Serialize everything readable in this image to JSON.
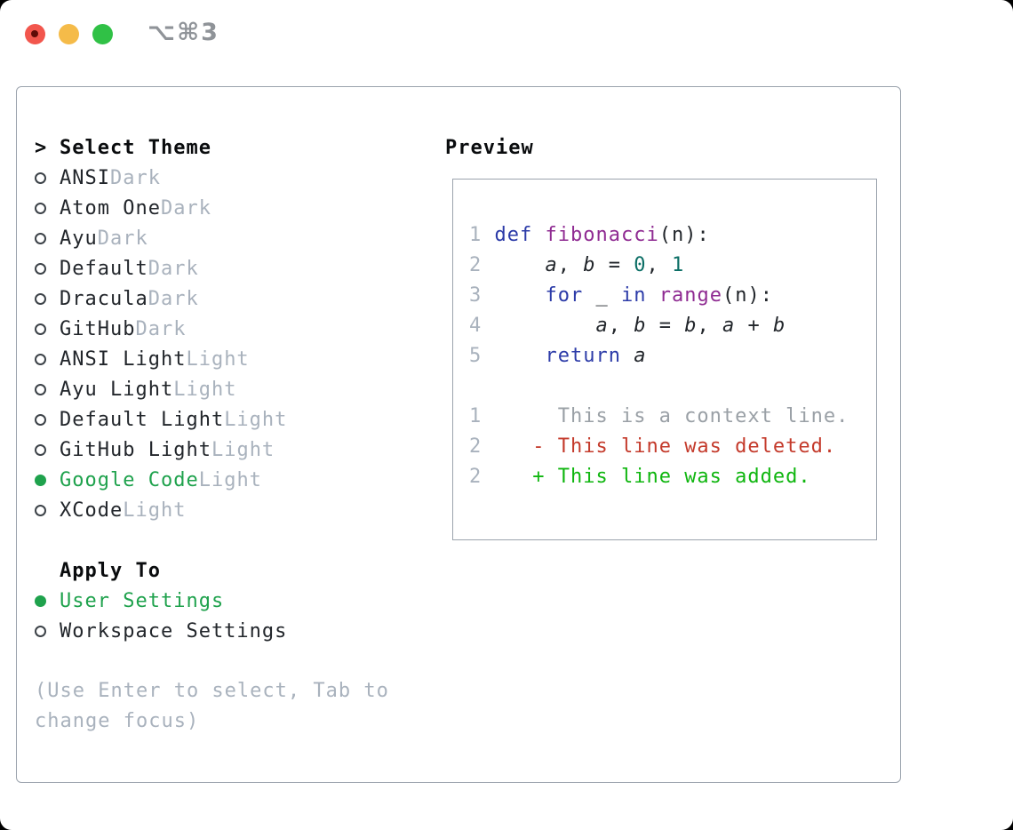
{
  "window": {
    "title": "⌥⌘3"
  },
  "colors": {
    "selected_green": "#1fa24d",
    "diff_added_green": "#0fb60f",
    "diff_deleted_red": "#c43a2b",
    "keyword_blue": "#2c3ba8",
    "function_purple": "#8f2b92",
    "literal_teal": "#0b6e65",
    "muted_gray": "#a9b2bd",
    "border_gray": "#9ba3ad"
  },
  "theme_panel": {
    "header": {
      "cursor": ">",
      "title": "Select Theme"
    },
    "themes": [
      {
        "name": "ANSI",
        "variant": "Dark",
        "selected": false
      },
      {
        "name": "Atom One",
        "variant": "Dark",
        "selected": false
      },
      {
        "name": "Ayu",
        "variant": "Dark",
        "selected": false
      },
      {
        "name": "Default",
        "variant": "Dark",
        "selected": false
      },
      {
        "name": "Dracula",
        "variant": "Dark",
        "selected": false
      },
      {
        "name": "GitHub",
        "variant": "Dark",
        "selected": false
      },
      {
        "name": "ANSI Light",
        "variant": "Light",
        "selected": false
      },
      {
        "name": "Ayu Light",
        "variant": "Light",
        "selected": false
      },
      {
        "name": "Default Light",
        "variant": "Light",
        "selected": false
      },
      {
        "name": "GitHub Light",
        "variant": "Light",
        "selected": false
      },
      {
        "name": "Google Code",
        "variant": "Light",
        "selected": true
      },
      {
        "name": "XCode",
        "variant": "Light",
        "selected": false
      }
    ],
    "apply_to": {
      "title": "Apply To",
      "options": [
        {
          "name": "User Settings",
          "selected": true
        },
        {
          "name": "Workspace Settings",
          "selected": false
        }
      ]
    },
    "hint": "(Use Enter to select, Tab to change focus)"
  },
  "preview": {
    "title": "Preview",
    "code_lines": [
      {
        "num": "1",
        "tokens": [
          [
            "kw",
            "def"
          ],
          [
            "pl",
            " "
          ],
          [
            "fn",
            "fibonacci"
          ],
          [
            "pl",
            "(n):"
          ]
        ]
      },
      {
        "num": "2",
        "tokens": [
          [
            "pl",
            "    "
          ],
          [
            "var",
            "a"
          ],
          [
            "pl",
            ", "
          ],
          [
            "var",
            "b"
          ],
          [
            "pl",
            " = "
          ],
          [
            "lit",
            "0"
          ],
          [
            "pl",
            ", "
          ],
          [
            "lit",
            "1"
          ]
        ]
      },
      {
        "num": "3",
        "tokens": [
          [
            "pl",
            "    "
          ],
          [
            "kw",
            "for"
          ],
          [
            "pl",
            " _ "
          ],
          [
            "kw",
            "in"
          ],
          [
            "pl",
            " "
          ],
          [
            "fn",
            "range"
          ],
          [
            "pl",
            "(n):"
          ]
        ]
      },
      {
        "num": "4",
        "tokens": [
          [
            "pl",
            "        "
          ],
          [
            "var",
            "a"
          ],
          [
            "pl",
            ", "
          ],
          [
            "var",
            "b"
          ],
          [
            "pl",
            " = "
          ],
          [
            "var",
            "b"
          ],
          [
            "pl",
            ", "
          ],
          [
            "var",
            "a"
          ],
          [
            "pl",
            " + "
          ],
          [
            "var",
            "b"
          ]
        ]
      },
      {
        "num": "5",
        "tokens": [
          [
            "pl",
            "    "
          ],
          [
            "kw",
            "return"
          ],
          [
            "pl",
            " "
          ],
          [
            "var",
            "a"
          ]
        ]
      },
      {
        "num": "",
        "tokens": []
      },
      {
        "num": "1",
        "tokens": [
          [
            "ctx",
            "     This is a context line."
          ]
        ]
      },
      {
        "num": "2",
        "tokens": [
          [
            "pl",
            "   "
          ],
          [
            "del",
            "- This line was deleted."
          ]
        ]
      },
      {
        "num": "2",
        "tokens": [
          [
            "pl",
            "   "
          ],
          [
            "add",
            "+ This line was added."
          ]
        ]
      }
    ]
  }
}
